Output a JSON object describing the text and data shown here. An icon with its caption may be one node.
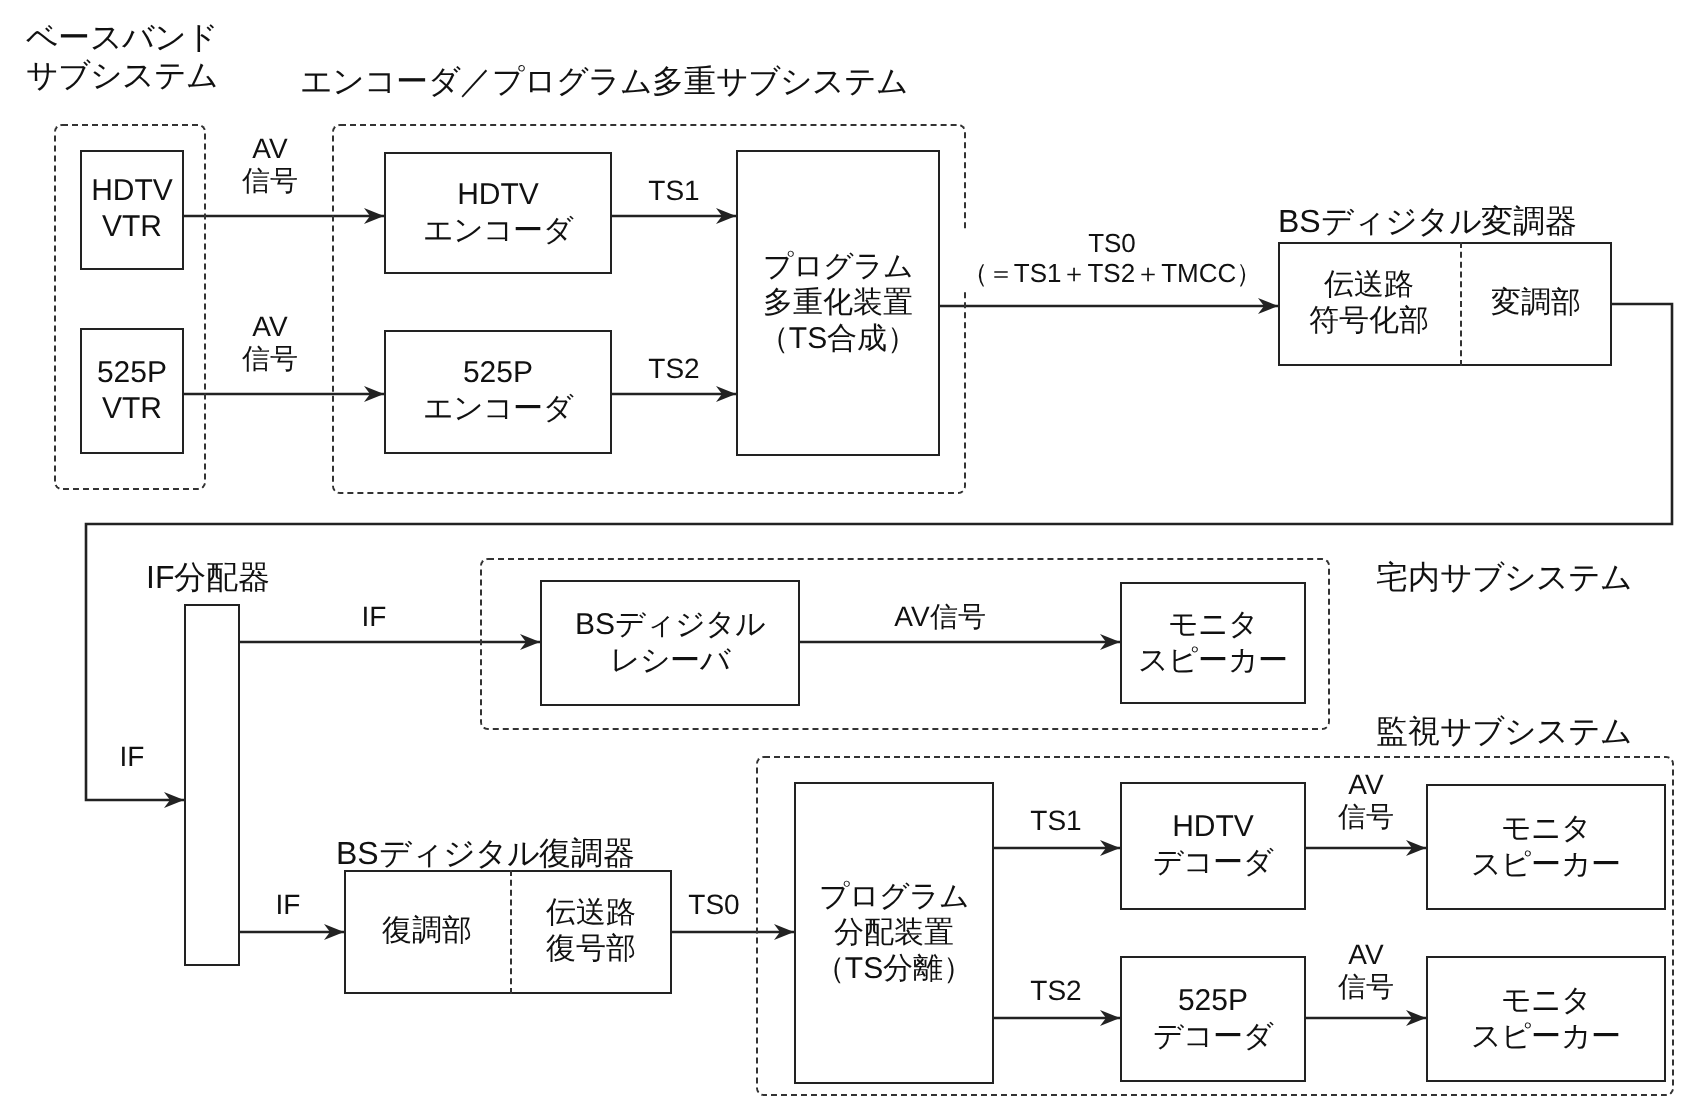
{
  "diagram": {
    "nodes": [
      {
        "text": [
          "ベースバンドサブシステム"
        ]
      },
      {
        "text": [
          "HDTV VTR"
        ],
        "in": 0
      },
      {
        "text": [
          "525P VTR"
        ],
        "in": 0
      },
      {
        "text": [
          "エンコーダ／プログラム多重サブシステム"
        ]
      },
      {
        "text": [
          "HDTV エンコーダ"
        ],
        "in": 3
      },
      {
        "text": [
          "525P エンコーダ"
        ],
        "in": 3
      },
      {
        "text": [
          "プログラム多重化装置（TS合成）"
        ],
        "in": 3
      },
      {
        "text": [
          "BSディジタル変調器"
        ]
      },
      {
        "text": [
          "伝送路符号化部"
        ],
        "in": 7
      },
      {
        "text": [
          "変調部"
        ],
        "in": 7
      },
      {
        "text": [
          "IF分配器"
        ]
      },
      {
        "text": [
          "宅内サブシステム"
        ]
      },
      {
        "text": [
          "BSディジタルレシーバ"
        ],
        "in": 11
      },
      {
        "text": [
          "モニタスピーカー"
        ],
        "in": 11
      },
      {
        "text": [
          "監視サブシステム"
        ]
      },
      {
        "text": [
          "BSディジタル復調器"
        ]
      },
      {
        "text": [
          "復調部"
        ],
        "in": 15
      },
      {
        "text": [
          "伝送路復号部"
        ],
        "in": 15
      },
      {
        "text": [
          "プログラム分配装置（TS分離）"
        ],
        "in": 14
      },
      {
        "text": [
          "HDTV デコーダ"
        ],
        "in": 14
      },
      {
        "text": [
          "モニタスピーカー"
        ],
        "in": 14
      },
      {
        "text": [
          "525P デコーダ"
        ],
        "in": 14
      },
      {
        "text": [
          "モニタスピーカー"
        ],
        "in": 14
      }
    ],
    "edges": [
      {
        "from": 1,
        "to": 4,
        "arrow": "to",
        "label": "AV 信号"
      },
      {
        "from": 2,
        "to": 5,
        "arrow": "to",
        "label": "AV 信号"
      },
      {
        "from": 4,
        "to": 6,
        "arrow": "to",
        "label": "TS1"
      },
      {
        "from": 5,
        "to": 6,
        "arrow": "to",
        "label": "TS2"
      },
      {
        "from": 6,
        "to": 8,
        "arrow": "to",
        "label": "TS0 （＝TS1＋TS2＋TMCC）"
      },
      {
        "from": 9,
        "to": 10,
        "arrow": "to",
        "label": "IF"
      },
      {
        "from": 10,
        "to": 12,
        "arrow": "to",
        "label": "IF"
      },
      {
        "from": 12,
        "to": 13,
        "arrow": "to",
        "label": "AV信号"
      },
      {
        "from": 10,
        "to": 16,
        "arrow": "to",
        "label": "IF"
      },
      {
        "from": 17,
        "to": 18,
        "arrow": "to",
        "label": "TS0"
      },
      {
        "from": 18,
        "to": 19,
        "arrow": "to",
        "label": "TS1"
      },
      {
        "from": 18,
        "to": 21,
        "arrow": "to",
        "label": "TS2"
      },
      {
        "from": 19,
        "to": 20,
        "arrow": "to",
        "label": "AV 信号"
      },
      {
        "from": 21,
        "to": 22,
        "arrow": "to",
        "label": "AV 信号"
      }
    ]
  }
}
